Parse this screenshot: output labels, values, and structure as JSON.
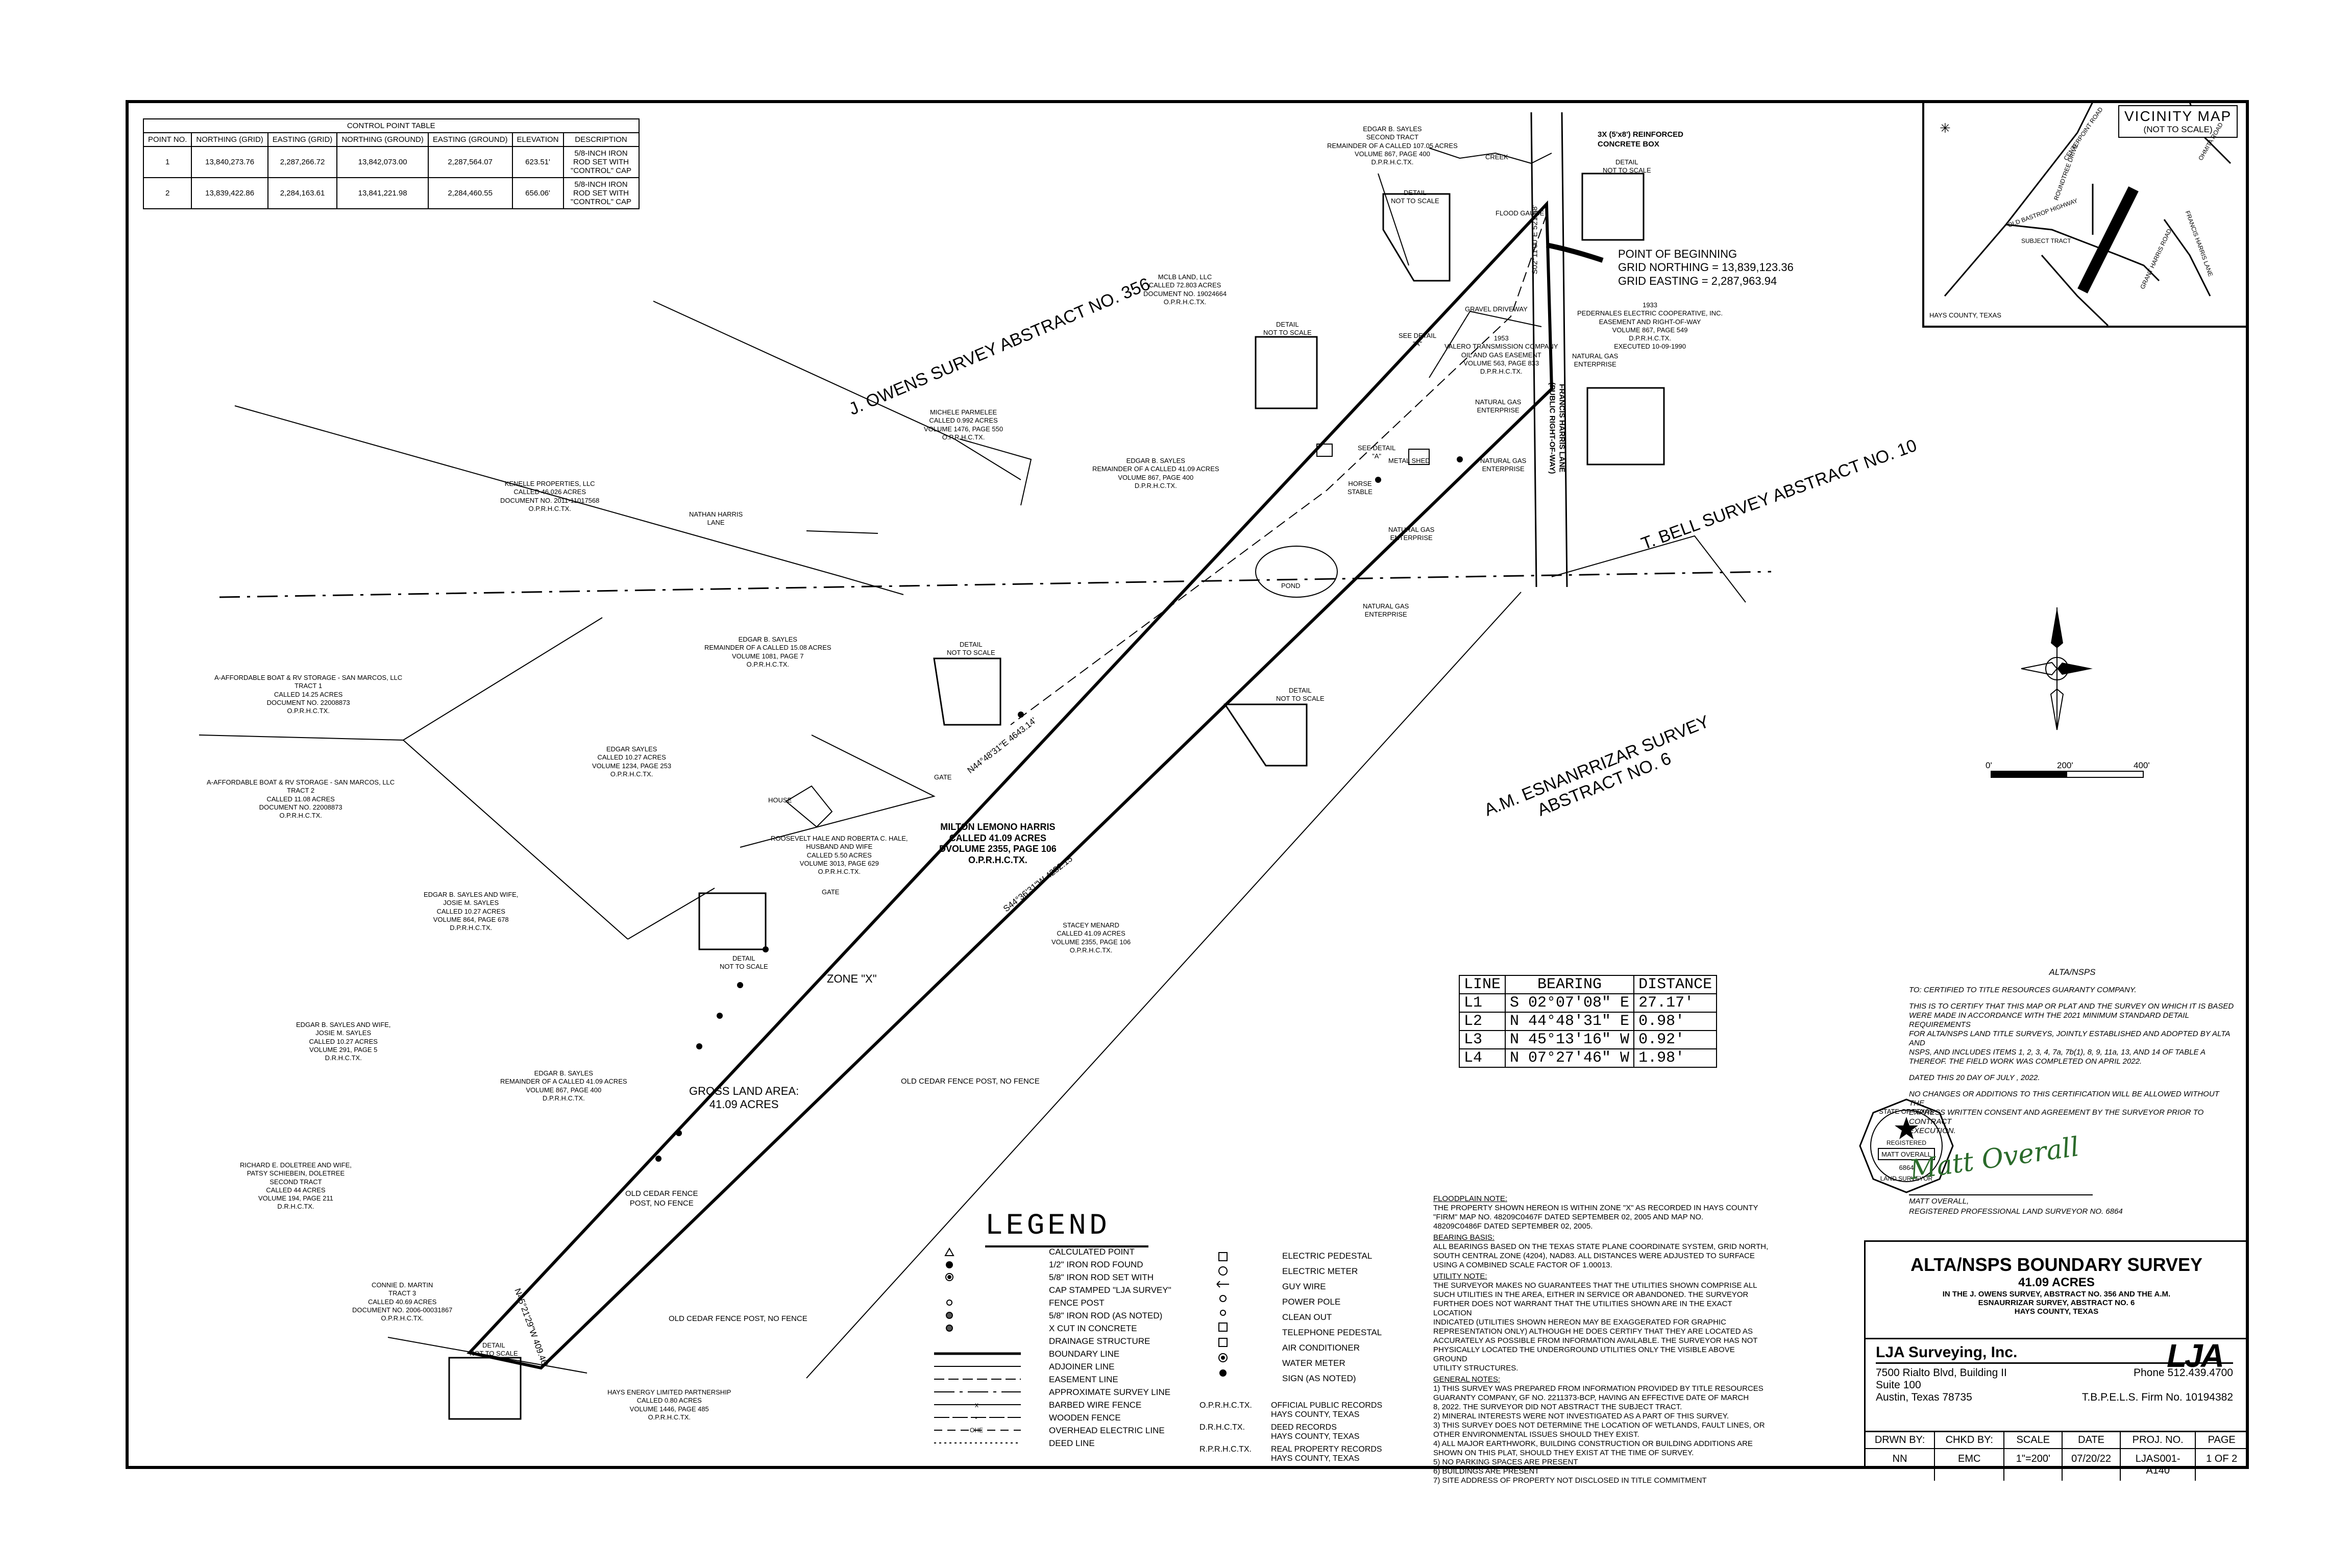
{
  "control_table": {
    "title": "CONTROL POINT TABLE",
    "headers": [
      "POINT NO.",
      "NORTHING (GRID)",
      "EASTING (GRID)",
      "NORTHING (GROUND)",
      "EASTING (GROUND)",
      "ELEVATION",
      "DESCRIPTION"
    ],
    "rows": [
      [
        "1",
        "13,840,273.76",
        "2,287,266.72",
        "13,842,073.00",
        "2,287,564.07",
        "623.51'",
        "5/8-INCH IRON ROD SET WITH \"CONTROL\" CAP"
      ],
      [
        "2",
        "13,839,422.86",
        "2,284,163.61",
        "13,841,221.98",
        "2,284,460.55",
        "656.06'",
        "5/8-INCH IRON ROD SET WITH \"CONTROL\" CAP"
      ]
    ]
  },
  "vicinity": {
    "title": "VICINITY MAP",
    "subtitle": "(NOT TO SCALE)",
    "roads": [
      "CENTERPOINT ROAD",
      "OLD BASTROP HIGHWAY",
      "ROUNDTREE DRIVE",
      "SUBJECT TRACT",
      "FRANCIS HARRIS LANE",
      "OHMITA ROAD",
      "GRANT HARRIS ROAD"
    ],
    "county": "HAYS COUNTY, TEXAS"
  },
  "surveys": {
    "owens": "J. OWENS SURVEY\nABSTRACT NO. 356",
    "bell": "T. BELL SURVEY\nABSTRACT NO. 10",
    "esnanrizar": "A.M. ESNANRRIZAR SURVEY\nABSTRACT NO. 6"
  },
  "pob": {
    "title": "POINT OF BEGINNING",
    "northing": "GRID NORTHING = 13,839,123.36",
    "easting": "GRID EASTING = 2,287,963.94"
  },
  "labels": {
    "box_culvert": "3X (5'x8') REINFORCED\nCONCRETE BOX",
    "detail": "DETAIL\nNOT TO SCALE",
    "flood_gauge": "FLOOD GAUGE",
    "creek": "CREEK",
    "gravel": "GRAVEL DRIVEWAY",
    "pedernales": "1933\nPEDERNALES ELECTRIC COOPERATIVE, INC.\nEASEMENT AND RIGHT-OF-WAY\nVOLUME 867, PAGE 549\nD.P.R.H.C.TX.\nEXECUTED 10-09-1990",
    "valero": "1953\nVALERO TRANSMISSION COMPANY\nOIL AND GAS EASEMENT\nVOLUME 563, PAGE 833\nD.P.R.H.C.TX.",
    "natural_gas": "NATURAL GAS\nENTERPRISE",
    "see_detail": "SEE DETAIL\n\"A\"",
    "metal_shed": "METAL SHED",
    "horse_stable": "HORSE\nSTABLE",
    "pond": "POND",
    "gate": "GATE",
    "house": "HOUSE",
    "francis_lane": "FRANCIS HARRIS LANE\n(PUBLIC RIGHT-OF-WAY)",
    "nathan": "NATHAN HARRIS\nLANE",
    "zone_x": "ZONE \"X\"",
    "gross_area": "GROSS LAND AREA:\n41.09 ACRES",
    "cedar1": "OLD CEDAR FENCE POST, NO FENCE",
    "cedar2": "OLD CEDAR FENCE\nPOST, NO FENCE",
    "cedar3": "OLD CEDAR FENCE POST, NO FENCE",
    "main_tract": "MILTON LEMONO HARRIS\nCALLED 41.09 ACRES\nDVOLUME 2355, PAGE 106\nO.P.R.H.C.TX.",
    "bearing1": "N44°48'31\"E 4643.14'",
    "bearing2": "S44°36'31\"W 4252.15'",
    "bearing3": "N45°21'29\"W 409.46'",
    "bearing4": "S02°11'00\"E 521.58'"
  },
  "parcels": [
    "EDGAR B. SAYLES\nSECOND TRACT\nREMAINDER OF A CALLED 107.05 ACRES\nVOLUME 867, PAGE 400\nD.P.R.H.C.TX.",
    "MCLB LAND, LLC\nCALLED 72.803 ACRES\nDOCUMENT NO. 19024664\nO.P.R.H.C.TX.",
    "MICHELE PARMELEE\nCALLED 0.992 ACRES\nVOLUME 1476, PAGE 550\nO.P.R.H.C.TX.",
    "KENELLE PROPERTIES, LLC\nCALLED 46.026 ACRES\nDOCUMENT NO. 2011-11017568\nO.P.R.H.C.TX.",
    "EDGAR B. SAYLES\nREMAINDER OF A CALLED 41.09 ACRES\nVOLUME 867, PAGE 400\nD.P.R.H.C.TX.",
    "EDGAR B. SAYLES\nREMAINDER OF A CALLED 15.08 ACRES\nVOLUME 1081, PAGE 7\nO.P.R.H.C.TX.",
    "A-AFFORDABLE BOAT & RV STORAGE - SAN MARCOS, LLC\nTRACT 1\nCALLED 14.25 ACRES\nDOCUMENT NO. 22008873\nO.P.R.H.C.TX.",
    "A-AFFORDABLE BOAT & RV STORAGE - SAN MARCOS, LLC\nTRACT 2\nCALLED 11.08 ACRES\nDOCUMENT NO. 22008873\nO.P.R.H.C.TX.",
    "EDGAR SAYLES\nCALLED 10.27 ACRES\nVOLUME 1234, PAGE 253\nO.P.R.H.C.TX.",
    "ROOSEVELT HALE AND ROBERTA C. HALE,\nHUSBAND AND WIFE\nCALLED 5.50 ACRES\nVOLUME 3013, PAGE 629\nO.P.R.H.C.TX.",
    "EDGAR B. SAYLES AND WIFE,\nJOSIE M. SAYLES\nCALLED 10.27 ACRES\nVOLUME 864, PAGE 678\nD.P.R.H.C.TX.",
    "STACEY MENARD\nCALLED 41.09 ACRES\nVOLUME 2355, PAGE 106\nO.P.R.H.C.TX.",
    "EDGAR B. SAYLES AND WIFE,\nJOSIE M. SAYLES\nCALLED 10.27 ACRES\nVOLUME 291, PAGE 5\nD.R.H.C.TX.",
    "EDGAR B. SAYLES\nREMAINDER OF A CALLED 41.09 ACRES\nVOLUME 867, PAGE 400\nD.P.R.H.C.TX.",
    "RICHARD E. DOLETREE AND WIFE,\nPATSY SCHIEBEIN, DOLETREE\nSECOND TRACT\nCALLED 44 ACRES\nVOLUME 194, PAGE 211\nD.R.H.C.TX.",
    "CONNIE D. MARTIN\nTRACT 3\nCALLED 40.69 ACRES\nDOCUMENT NO. 2006-00031867\nO.P.R.H.C.TX.",
    "HAYS ENERGY LIMITED PARTNERSHIP\nCALLED 0.80 ACRES\nVOLUME 1446, PAGE 485\nO.P.R.H.C.TX."
  ],
  "line_table": {
    "headers": [
      "LINE",
      "BEARING",
      "DISTANCE"
    ],
    "rows": [
      [
        "L1",
        "S 02°07'08\" E",
        "27.17'"
      ],
      [
        "L2",
        "N 44°48'31\" E",
        "0.98'"
      ],
      [
        "L3",
        "N 45°13'16\" W",
        "0.92'"
      ],
      [
        "L4",
        "N 07°27'46\" W",
        "1.98'"
      ]
    ]
  },
  "scale_bar": {
    "zero": "0'",
    "mid": "200'",
    "end": "400'"
  },
  "legend": {
    "title": "LEGEND",
    "left": [
      "CALCULATED POINT",
      "1/2\" IRON ROD FOUND",
      "5/8\" IRON ROD SET WITH",
      "CAP STAMPED \"LJA SURVEY\"",
      "FENCE POST",
      "5/8\" IRON ROD (AS NOTED)",
      "X CUT IN CONCRETE",
      "DRAINAGE STRUCTURE",
      "BOUNDARY LINE",
      "ADJOINER LINE",
      "EASEMENT LINE",
      "APPROXIMATE SURVEY LINE",
      "BARBED WIRE FENCE",
      "WOODEN FENCE",
      "OVERHEAD ELECTRIC LINE",
      "DEED LINE"
    ],
    "right": [
      "ELECTRIC PEDESTAL",
      "ELECTRIC METER",
      "GUY WIRE",
      "POWER POLE",
      "CLEAN OUT",
      "TELEPHONE PEDESTAL",
      "AIR CONDITIONER",
      "WATER METER",
      "SIGN (AS NOTED)"
    ],
    "abbrev": [
      [
        "O.P.R.H.C.TX.",
        "OFFICIAL PUBLIC RECORDS\nHAYS COUNTY, TEXAS"
      ],
      [
        "D.R.H.C.TX.",
        "DEED RECORDS\nHAYS COUNTY, TEXAS"
      ],
      [
        "R.P.R.H.C.TX.",
        "REAL PROPERTY RECORDS\nHAYS COUNTY, TEXAS"
      ]
    ]
  },
  "notes": {
    "floodplain_title": "FLOODPLAIN NOTE:",
    "floodplain": "THE PROPERTY SHOWN HEREON IS WITHIN ZONE \"X\" AS RECORDED IN HAYS COUNTY\n\"FIRM\" MAP NO. 48209C0467F DATED SEPTEMBER 02, 2005 AND MAP NO.\n48209C0486F DATED SEPTEMBER 02, 2005.",
    "bearing_title": "BEARING BASIS:",
    "bearing": "ALL BEARINGS BASED ON THE TEXAS STATE PLANE COORDINATE SYSTEM, GRID NORTH,\nSOUTH CENTRAL ZONE (4204), NAD83. ALL DISTANCES WERE ADJUSTED TO SURFACE\nUSING A COMBINED SCALE FACTOR OF 1.00013.",
    "utility_title": "UTILITY NOTE:",
    "utility": "THE SURVEYOR MAKES NO GUARANTEES THAT THE UTILITIES SHOWN COMPRISE ALL\nSUCH UTILITIES IN THE AREA, EITHER IN SERVICE OR ABANDONED. THE SURVEYOR\nFURTHER DOES NOT WARRANT THAT THE UTILITIES SHOWN ARE IN THE EXACT LOCATION\nINDICATED (UTILITIES SHOWN HEREON MAY BE EXAGGERATED FOR GRAPHIC\nREPRESENTATION ONLY) ALTHOUGH HE DOES CERTIFY THAT THEY ARE LOCATED AS\nACCURATELY AS POSSIBLE FROM INFORMATION AVAILABLE. THE SURVEYOR HAS NOT\nPHYSICALLY LOCATED THE UNDERGROUND UTILITIES ONLY THE VISIBLE ABOVE GROUND\nUTILITY STRUCTURES.",
    "general_title": "GENERAL NOTES:",
    "general": "1) THIS SURVEY WAS PREPARED FROM INFORMATION PROVIDED BY TITLE RESOURCES\n    GUARANTY COMPANY, GF NO. 2211373-BCP, HAVING AN EFFECTIVE DATE OF MARCH\n    8, 2022. THE SURVEYOR DID NOT ABSTRACT THE SUBJECT TRACT.\n2) MINERAL INTERESTS WERE NOT INVESTIGATED AS A PART OF THIS SURVEY.\n3) THIS SURVEY DOES NOT DETERMINE THE LOCATION OF WETLANDS, FAULT LINES, OR\n    OTHER ENVIRONMENTAL ISSUES SHOULD THEY EXIST.\n4) ALL MAJOR EARTHWORK, BUILDING CONSTRUCTION OR BUILDING ADDITIONS ARE\n    SHOWN ON THIS PLAT, SHOULD THEY EXIST AT THE TIME OF SURVEY.\n5) NO PARKING SPACES ARE PRESENT\n6) BUILDINGS ARE PRESENT\n7) SITE ADDRESS OF PROPERTY NOT DISCLOSED IN TITLE COMMITMENT"
  },
  "certification": {
    "title": "ALTA/NSPS",
    "to": "TO: CERTIFIED TO TITLE RESOURCES GUARANTY COMPANY.",
    "body": "THIS IS TO CERTIFY THAT THIS MAP OR PLAT AND THE SURVEY ON WHICH IT IS BASED\nWERE MADE IN ACCORDANCE WITH THE 2021 MINIMUM STANDARD DETAIL REQUIREMENTS\nFOR ALTA/NSPS LAND TITLE SURVEYS, JOINTLY ESTABLISHED AND ADOPTED BY ALTA AND\nNSPS, AND INCLUDES ITEMS 1, 2, 3, 4, 7a, 7b(1), 8, 9, 11a, 13, AND 14 OF TABLE A\nTHEREOF. THE FIELD WORK WAS COMPLETED ON APRIL 2022.",
    "dated": "DATED THIS  20  DAY OF  JULY , 2022.",
    "warning": "NO CHANGES OR ADDITIONS TO THIS CERTIFICATION WILL BE ALLOWED WITHOUT THE\nEXPRESS WRITTEN CONSENT AND AGREEMENT BY THE SURVEYOR PRIOR TO CONTRACT\nEXECUTION.",
    "seal_top": "STATE OF TEXAS",
    "seal_reg": "REGISTERED",
    "seal_name": "MATT OVERALL",
    "seal_num": "6864",
    "seal_bottom": "LAND SURVEYOR",
    "signature": "Matt Overall",
    "name": "MATT OVERALL,",
    "rpls": "REGISTERED PROFESSIONAL LAND SURVEYOR NO. 6864"
  },
  "title_block": {
    "title": "ALTA/NSPS BOUNDARY SURVEY",
    "acres": "41.09 ACRES",
    "line1": "IN THE J. OWENS SURVEY, ABSTRACT NO. 356 AND THE A.M.",
    "line2": "ESNAURRIZAR SURVEY, ABSTRACT NO. 6",
    "line3": "HAYS COUNTY, TEXAS",
    "company": "LJA Surveying, Inc.",
    "logo": "LJA",
    "addr1": "7500 Rialto Blvd, Building II",
    "addr2": "Suite 100",
    "addr3": "Austin, Texas 78735",
    "phone": "Phone  512.439.4700",
    "firm": "T.B.P.E.L.S. Firm No. 10194382",
    "headers": [
      "DRWN BY:",
      "CHKD BY:",
      "SCALE",
      "DATE",
      "PROJ. NO.",
      "PAGE"
    ],
    "values": [
      "NN",
      "EMC",
      "1\"=200'",
      "07/20/22",
      "LJAS001-A140",
      "1 OF 2"
    ]
  }
}
